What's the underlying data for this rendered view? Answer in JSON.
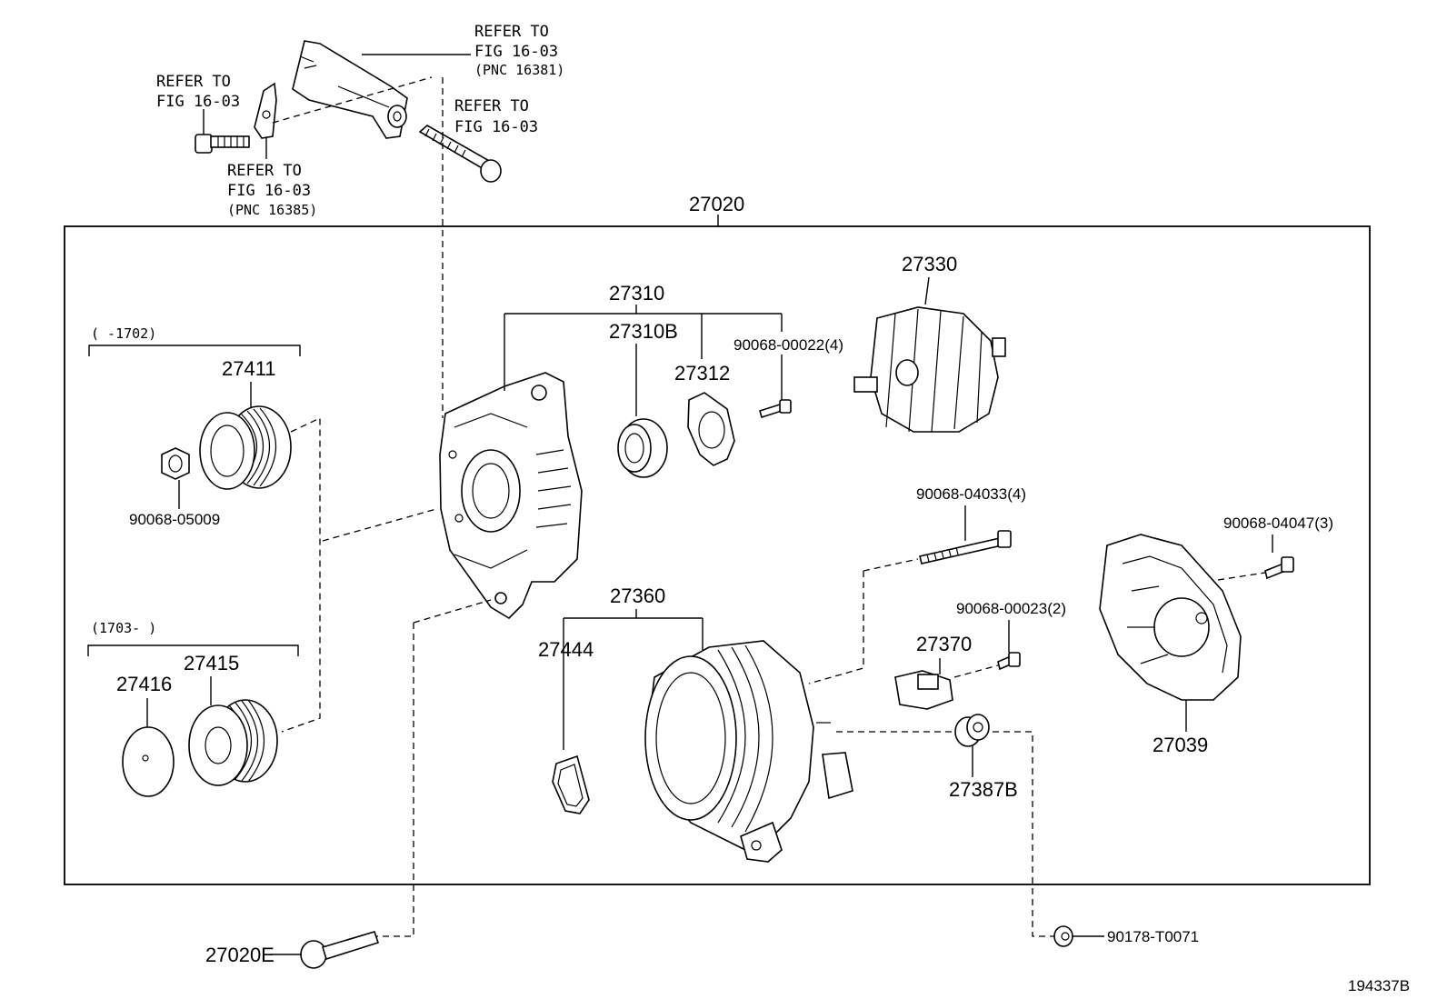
{
  "refs": {
    "ref_bracket": [
      "REFER TO",
      "FIG 16-03",
      "(PNC 16381)"
    ],
    "ref_bolt_left": [
      "REFER TO",
      "FIG 16-03"
    ],
    "ref_bolt_right": [
      "REFER TO",
      "FIG 16-03"
    ],
    "ref_adjuster": [
      "REFER TO",
      "FIG 16-03",
      "(PNC 16385)"
    ]
  },
  "parts": {
    "p27020": "27020",
    "p27310": "27310",
    "p27310B": "27310B",
    "p27312": "27312",
    "p90068_00022": "90068-00022(4)",
    "p27330": "27330",
    "p27411": "27411",
    "p90068_05009": "90068-05009",
    "p27416": "27416",
    "p27415": "27415",
    "p27360": "27360",
    "p27444": "27444",
    "p90068_04033": "90068-04033(4)",
    "p90068_04047": "90068-04047(3)",
    "p90068_00023": "90068-00023(2)",
    "p27370": "27370",
    "p27387B": "27387B",
    "p27039": "27039",
    "p27020E": "27020E",
    "p90178_T0071": "90178-T0071"
  },
  "ranges": {
    "upto": "(      -1702)",
    "from": "(1703-      )"
  },
  "figure_id": "194337B"
}
